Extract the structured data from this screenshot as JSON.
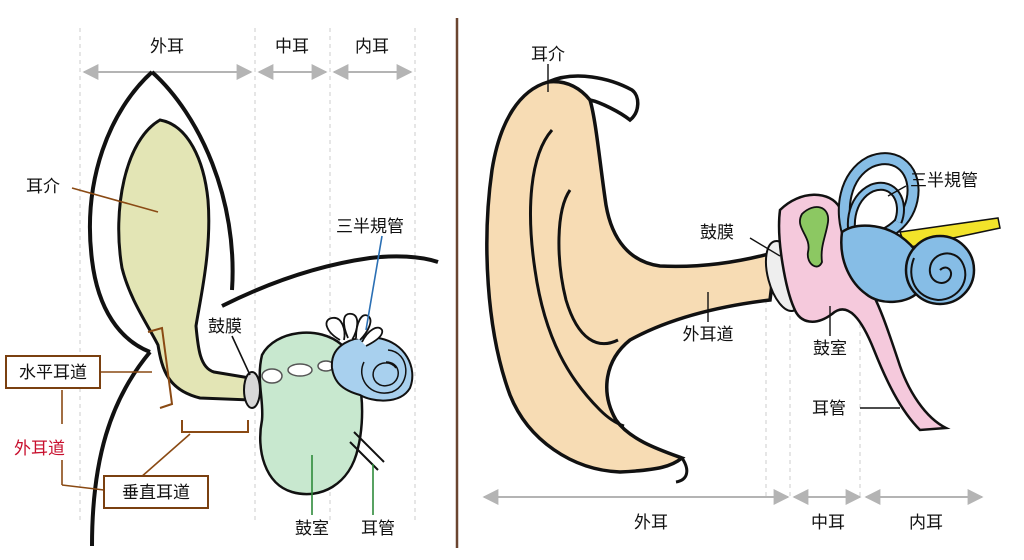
{
  "left_diagram": {
    "sections": {
      "outer": "外耳",
      "middle": "中耳",
      "inner": "内耳"
    },
    "labels": {
      "auricle": "耳介",
      "semicircular_canals": "三半規管",
      "eardrum": "鼓膜",
      "horizontal_canal": "水平耳道",
      "ear_canal": "外耳道",
      "vertical_canal": "垂直耳道",
      "tympanic_cavity": "鼓室",
      "eustachian_tube": "耳管"
    }
  },
  "right_diagram": {
    "sections": {
      "outer": "外耳",
      "middle": "中耳",
      "inner": "内耳"
    },
    "labels": {
      "auricle": "耳介",
      "semicircular_canals": "三半規管",
      "eardrum": "鼓膜",
      "ear_canal": "外耳道",
      "tympanic_cavity": "鼓室",
      "eustachian_tube": "耳管"
    }
  },
  "colors": {
    "left_outer_fill": "#e3e5b5",
    "left_middle_fill": "#c8e8cf",
    "left_inner_fill": "#a8d0ee",
    "right_outer_fill": "#f7dcb4",
    "right_middle_fill": "#f5c9dc",
    "right_ossicle_fill": "#8cc862",
    "right_inner_fill": "#86bde6",
    "nerve_fill": "#f2e32a",
    "canal_bracket": "#8a4a14",
    "label_box_border": "#7a4010",
    "ear_canal_label": "#c8102e",
    "semicircular_leader": "#2a6fb4",
    "tube_leader": "#2e8a3a",
    "dimension_arrow": "#b4b4b4",
    "divider": "#6b4530"
  }
}
